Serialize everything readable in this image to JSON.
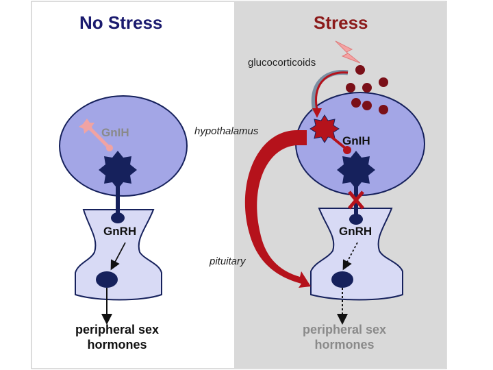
{
  "panels": {
    "left": {
      "title": "No Stress"
    },
    "right": {
      "title": "Stress"
    }
  },
  "labels": {
    "glucocorticoids": "glucocorticoids",
    "hypothalamus": "hypothalamus",
    "pituitary": "pituitary",
    "gnih_left": "GnIH",
    "gnih_right": "GnIH",
    "gnrh_left": "GnRH",
    "gnrh_right": "GnRH",
    "output_left_line1": "peripheral sex",
    "output_left_line2": "hormones",
    "output_right_line1": "peripheral sex",
    "output_right_line2": "hormones"
  },
  "colors": {
    "no_stress_title": "#1a1a6e",
    "stress_title": "#8b1a1a",
    "hypothalamus_fill": "#a3a6e6",
    "pituitary_fill": "#d8daf5",
    "neuron_navy": "#16215c",
    "gnih_faded": "#f0a3a3",
    "stress_red": "#b5121b",
    "glucocorticoid_dot": "#7a1018",
    "right_background": "#d9d9d9",
    "faded_text": "#8a8a8a"
  },
  "icons": {
    "stress": "lightning-bolt-icon",
    "inhibition": "x-cross-icon"
  }
}
